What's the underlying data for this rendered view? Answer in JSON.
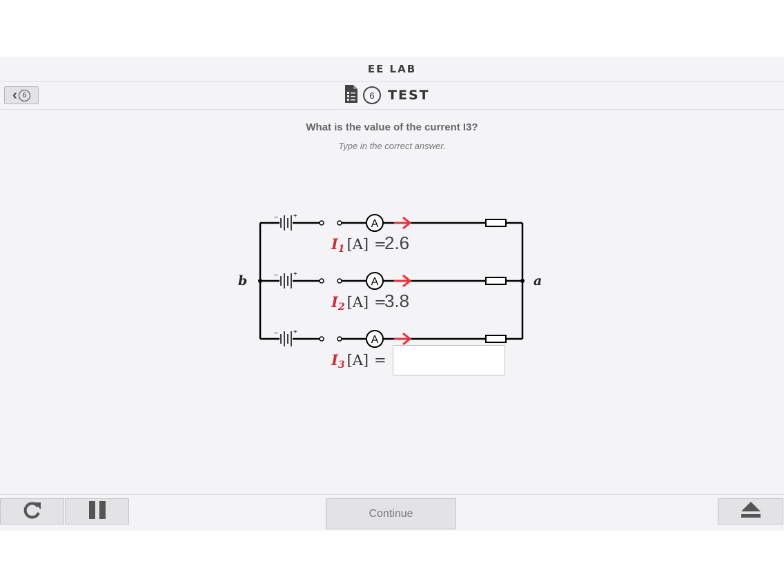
{
  "app": {
    "title": "EE LAB"
  },
  "header": {
    "back_step": "6",
    "step": "6",
    "title": "TEST",
    "icons": {
      "back": "chevron-left-icon",
      "test": "test-sheet-icon"
    }
  },
  "question": {
    "text": "What is the value of the current I3?",
    "instruction": "Type in the correct answer."
  },
  "circuit": {
    "node_left": "b",
    "node_right": "a",
    "ammeter_symbol": "A",
    "battery_plus": "+",
    "battery_minus": "−",
    "branches": [
      {
        "current": "I",
        "sub": "1",
        "unit": "[A]",
        "eq": "=",
        "value": "2.6"
      },
      {
        "current": "I",
        "sub": "2",
        "unit": "[A]",
        "eq": "=",
        "value": "3.8"
      },
      {
        "current": "I",
        "sub": "3",
        "unit": "[A]",
        "eq": "=",
        "value": ""
      }
    ],
    "colors": {
      "wire": "#000000",
      "arrow": "#e8323c",
      "current_label": "#d42a36",
      "text": "#333333"
    }
  },
  "answer": {
    "value": "",
    "placeholder": ""
  },
  "footer": {
    "continue_label": "Continue",
    "icons": {
      "refresh": "refresh-icon",
      "pause": "pause-icon",
      "eject": "eject-icon"
    }
  }
}
